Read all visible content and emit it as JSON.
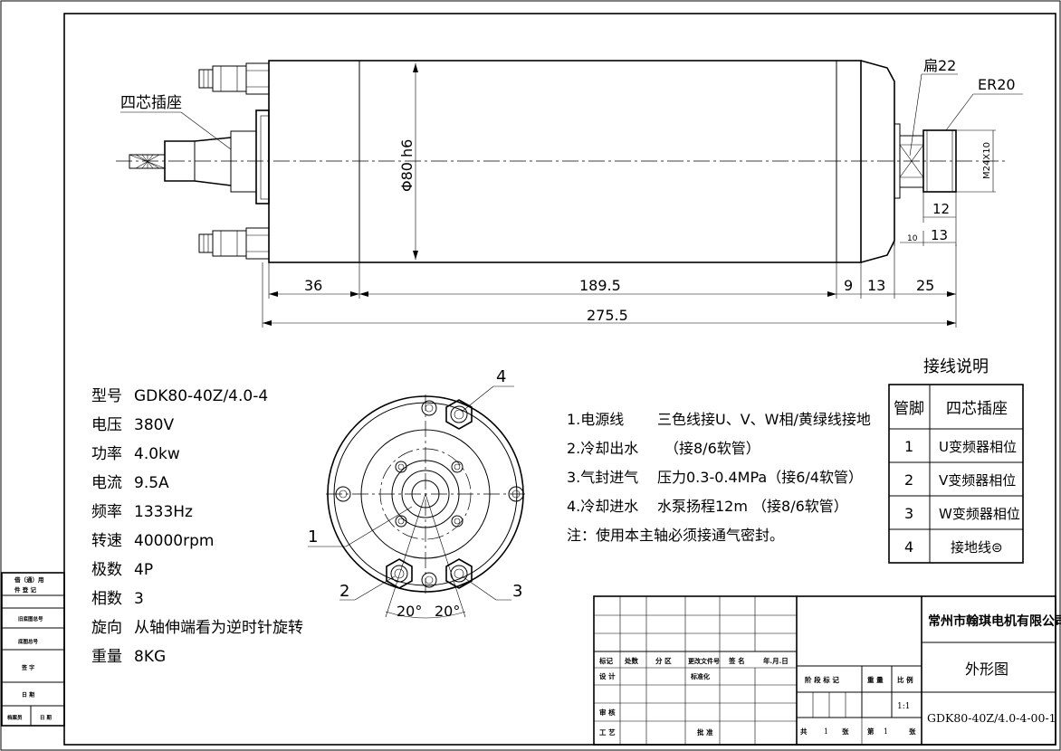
{
  "callouts": {
    "connector": "四芯插座",
    "flat": "扁22",
    "collet": "ER20"
  },
  "dims": {
    "diameter": "Φ80 h6",
    "thread": "M24X10",
    "d12": "12",
    "d10": "10",
    "d13a": "13",
    "d36": "36",
    "d189": "189.5",
    "d9": "9",
    "d13b": "13",
    "d25": "25",
    "total": "275.5"
  },
  "specs": [
    {
      "label": "型号",
      "value": "GDK80-40Z/4.0-4"
    },
    {
      "label": "电压",
      "value": "380V"
    },
    {
      "label": "功率",
      "value": "4.0kw"
    },
    {
      "label": "电流",
      "value": "9.5A"
    },
    {
      "label": "频率",
      "value": "1333Hz"
    },
    {
      "label": "转速",
      "value": "40000rpm"
    },
    {
      "label": "极数",
      "value": "4P"
    },
    {
      "label": "相数",
      "value": "3"
    },
    {
      "label": "旋向",
      "value": "从轴伸端看为逆时针旋转"
    },
    {
      "label": "重量",
      "value": "8KG"
    }
  ],
  "endview": {
    "n1": "1",
    "n2": "2",
    "n3": "3",
    "n4": "4",
    "a1": "20°",
    "a2": "20°"
  },
  "notes": [
    {
      "k": "1.电源线",
      "v": "三色线接U、V、W相/黄绿线接地"
    },
    {
      "k": "2.冷却出水",
      "v": "（接8/6软管）"
    },
    {
      "k": "3.气封进气",
      "v": "压力0.3-0.4MPa（接6/4软管）"
    },
    {
      "k": "4.冷却进水",
      "v": "水泵扬程12m （接8/6软管）"
    },
    {
      "k": "注：使用本主轴必须接通气密封。",
      "v": ""
    }
  ],
  "wiring": {
    "title": "接线说明",
    "headers": [
      "管脚",
      "四芯插座"
    ],
    "rows": [
      {
        "pin": "1",
        "desc": "U变频器相位"
      },
      {
        "pin": "2",
        "desc": "V变频器相位"
      },
      {
        "pin": "3",
        "desc": "W变频器相位"
      },
      {
        "pin": "4",
        "desc": "接地线⊜"
      }
    ]
  },
  "titleblock": {
    "company": "常州市翰琪电机有限公司",
    "drawing": "外形图",
    "code": "GDK80-40Z/4.0-4-00-1",
    "scale": "1:1",
    "h_mark": "标记",
    "h_qty": "处数",
    "h_zone": "分 区",
    "h_doc": "更改文件号",
    "h_sign": "签 名",
    "h_date": "年.月.日",
    "design": "设 计",
    "std": "标准化",
    "review": "审 核",
    "craft": "工 艺",
    "approve": "批 准",
    "stage": "阶 段 标 记",
    "weight": "重 量",
    "ratio": "比 例",
    "total_a": "共",
    "total_n": "1",
    "total_b": "张",
    "sheet_a": "第",
    "sheet_n": "1",
    "sheet_b": "张"
  },
  "sidebar": [
    "借（通）用",
    "件 登 记",
    "旧底图总号",
    "底图总号",
    "签 字",
    "日 期",
    "档案员",
    "日 期"
  ]
}
